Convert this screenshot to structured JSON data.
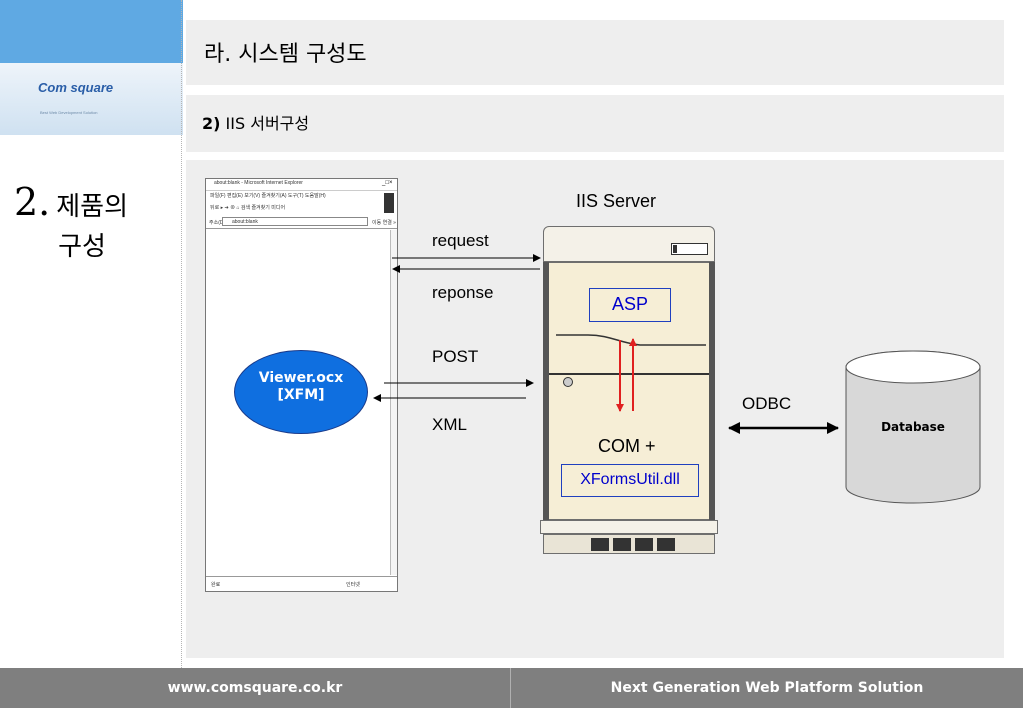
{
  "logo": {
    "name": "Com square",
    "tagline": "Best Web Development Solution"
  },
  "section": {
    "number": "2.",
    "title_line1": "제품의",
    "title_line2": "구성"
  },
  "header": {
    "title": "라. 시스템 구성도"
  },
  "subheader": {
    "number": "2)",
    "title": "IIS 서버구성"
  },
  "browser": {
    "title": "about:blank - Microsoft Internet Explorer",
    "close": "_□×",
    "menu": "파일(F) 편집(E) 보기(V) 즐겨찾기(A) 도구(T) 도움말(H)",
    "toolbar": "뒤로 ▸ ➔ ⊗ ⌂ 검색 즐겨찾기 미디어",
    "address_label": "주소(D)",
    "address_value": "about:blank",
    "go": "이동 연결 »",
    "status_left": "완료",
    "status_right": "인터넷"
  },
  "viewer": {
    "line1": "Viewer.ocx",
    "line2": "[XFM]"
  },
  "labels": {
    "iis_server": "IIS Server",
    "request": "request",
    "reponse": "reponse",
    "post": "POST",
    "xml": "XML",
    "odbc": "ODBC",
    "asp": "ASP",
    "com_plus": "COM +",
    "dll": "XFormsUtil.dll",
    "database": "Database"
  },
  "colors": {
    "accent_blue": "#5fa9e3",
    "viewer_fill": "#0f6fe0",
    "arrow_red": "#e02020",
    "footer_bg": "#7f7f7f",
    "box_text": "#0000cc"
  },
  "footer": {
    "left": "www.comsquare.co.kr",
    "right": "Next Generation Web Platform Solution"
  }
}
